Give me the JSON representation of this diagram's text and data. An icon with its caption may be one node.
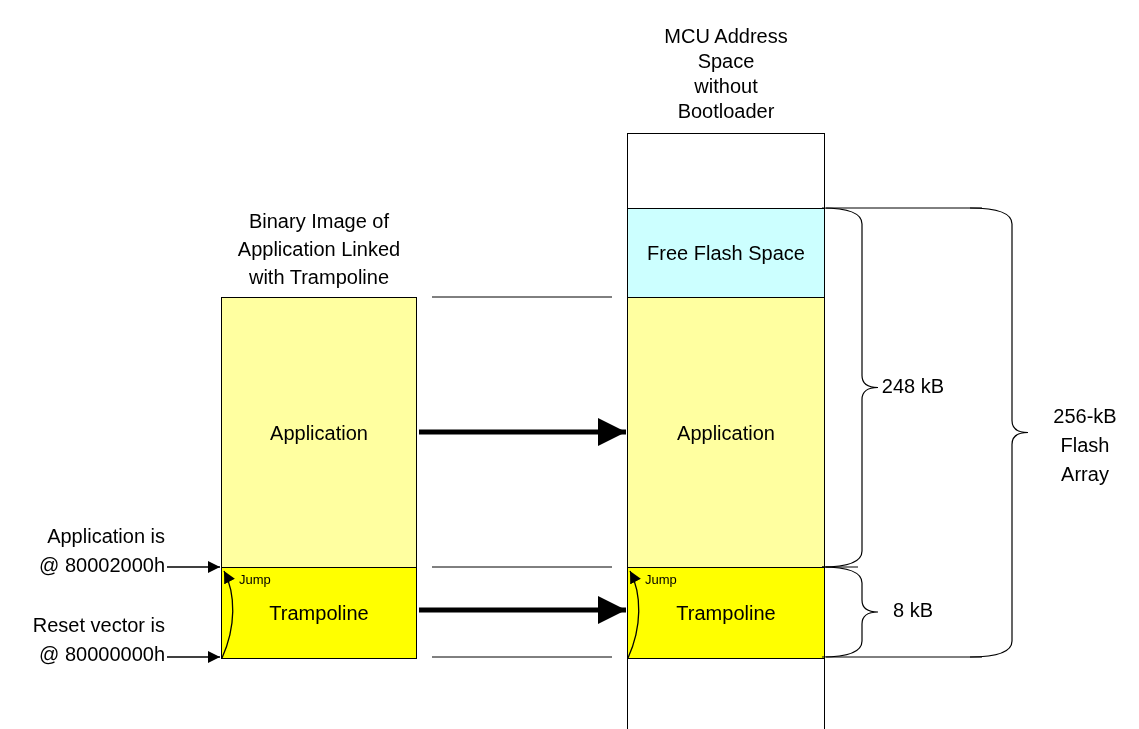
{
  "diagram": {
    "nodes": [
      {
        "text": [
          "Binary Image of Application Linked with Trampoline"
        ]
      },
      {
        "text": [
          "Application"
        ],
        "in": 0
      },
      {
        "text": [
          "Trampoline"
        ],
        "in": 0
      },
      {
        "text": [
          "MCU Address Space without Bootloader"
        ]
      },
      {
        "text": [
          "Free Flash Space"
        ],
        "in": 3
      },
      {
        "text": [
          "Application"
        ],
        "in": 3
      },
      {
        "text": [
          "Trampoline"
        ],
        "in": 3
      },
      {
        "text": [
          "Application is @ 80002000h"
        ]
      },
      {
        "text": [
          "Reset vector is @ 80000000h"
        ]
      }
    ],
    "edges": [
      {
        "from": 7,
        "to": 1,
        "arrow": "to"
      },
      {
        "from": 8,
        "to": 2,
        "arrow": "to"
      },
      {
        "from": 2,
        "to": 1,
        "arrow": "to",
        "label": "Jump"
      },
      {
        "from": 1,
        "to": 5,
        "arrow": "to",
        "style": "thick"
      },
      {
        "from": 2,
        "to": 6,
        "arrow": "to",
        "style": "thick"
      },
      {
        "from": 6,
        "to": 5,
        "arrow": "to",
        "label": "Jump"
      }
    ],
    "labels": [
      "248 kB",
      "256-kB Flash Array",
      "8 kB"
    ]
  }
}
